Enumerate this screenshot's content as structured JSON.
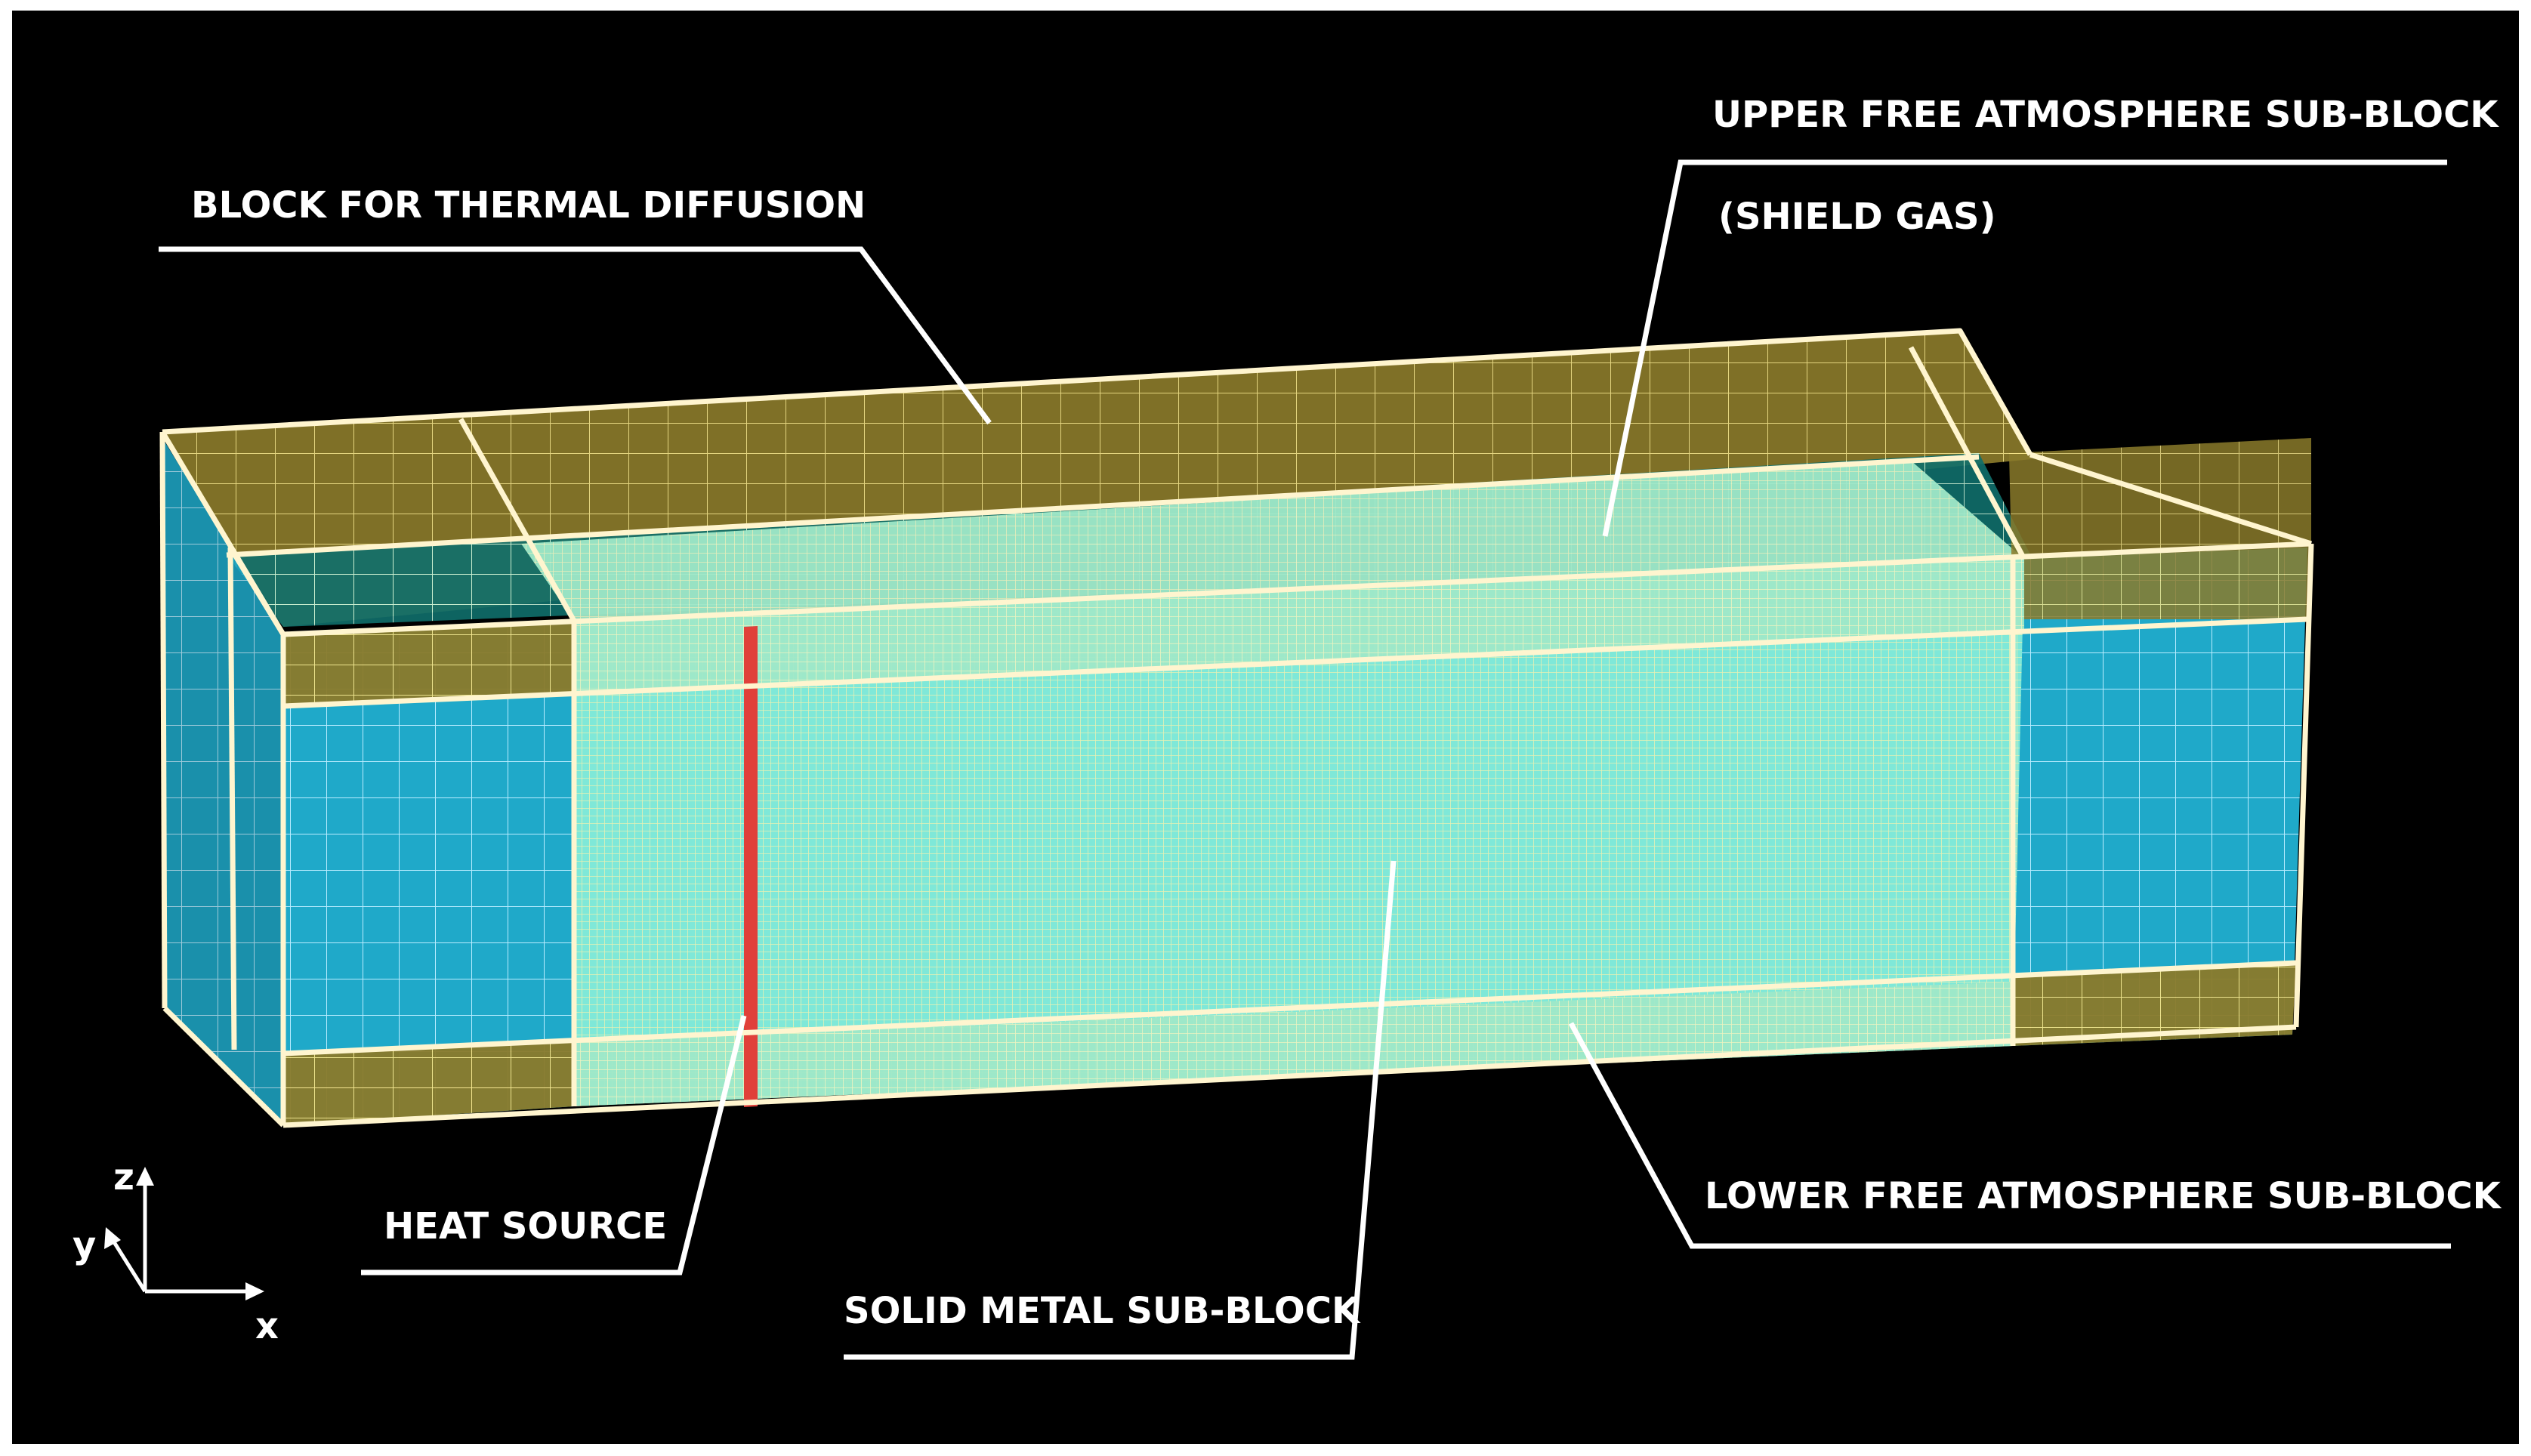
{
  "labels": {
    "thermal_block": "BLOCK FOR THERMAL DIFFUSION",
    "upper_atmosphere": "UPPER FREE ATMOSPHERE SUB-BLOCK",
    "shield_gas": "(SHIELD GAS)",
    "heat_source": "HEAT SOURCE",
    "solid_metal": "SOLID METAL SUB-BLOCK",
    "lower_atmosphere": "LOWER FREE ATMOSPHERE SUB-BLOCK"
  },
  "axes": {
    "x": "x",
    "y": "y",
    "z": "z"
  },
  "colors": {
    "background": "#000000",
    "frame": "#ffffff",
    "metal": "#7fe8d8",
    "metal_mesh": "#e6f0b4",
    "gas_gold": "#8a7a2a",
    "water_blue": "#1fa9c9",
    "heat_source": "#e0403a",
    "edge_yellow": "#fff5b0"
  }
}
